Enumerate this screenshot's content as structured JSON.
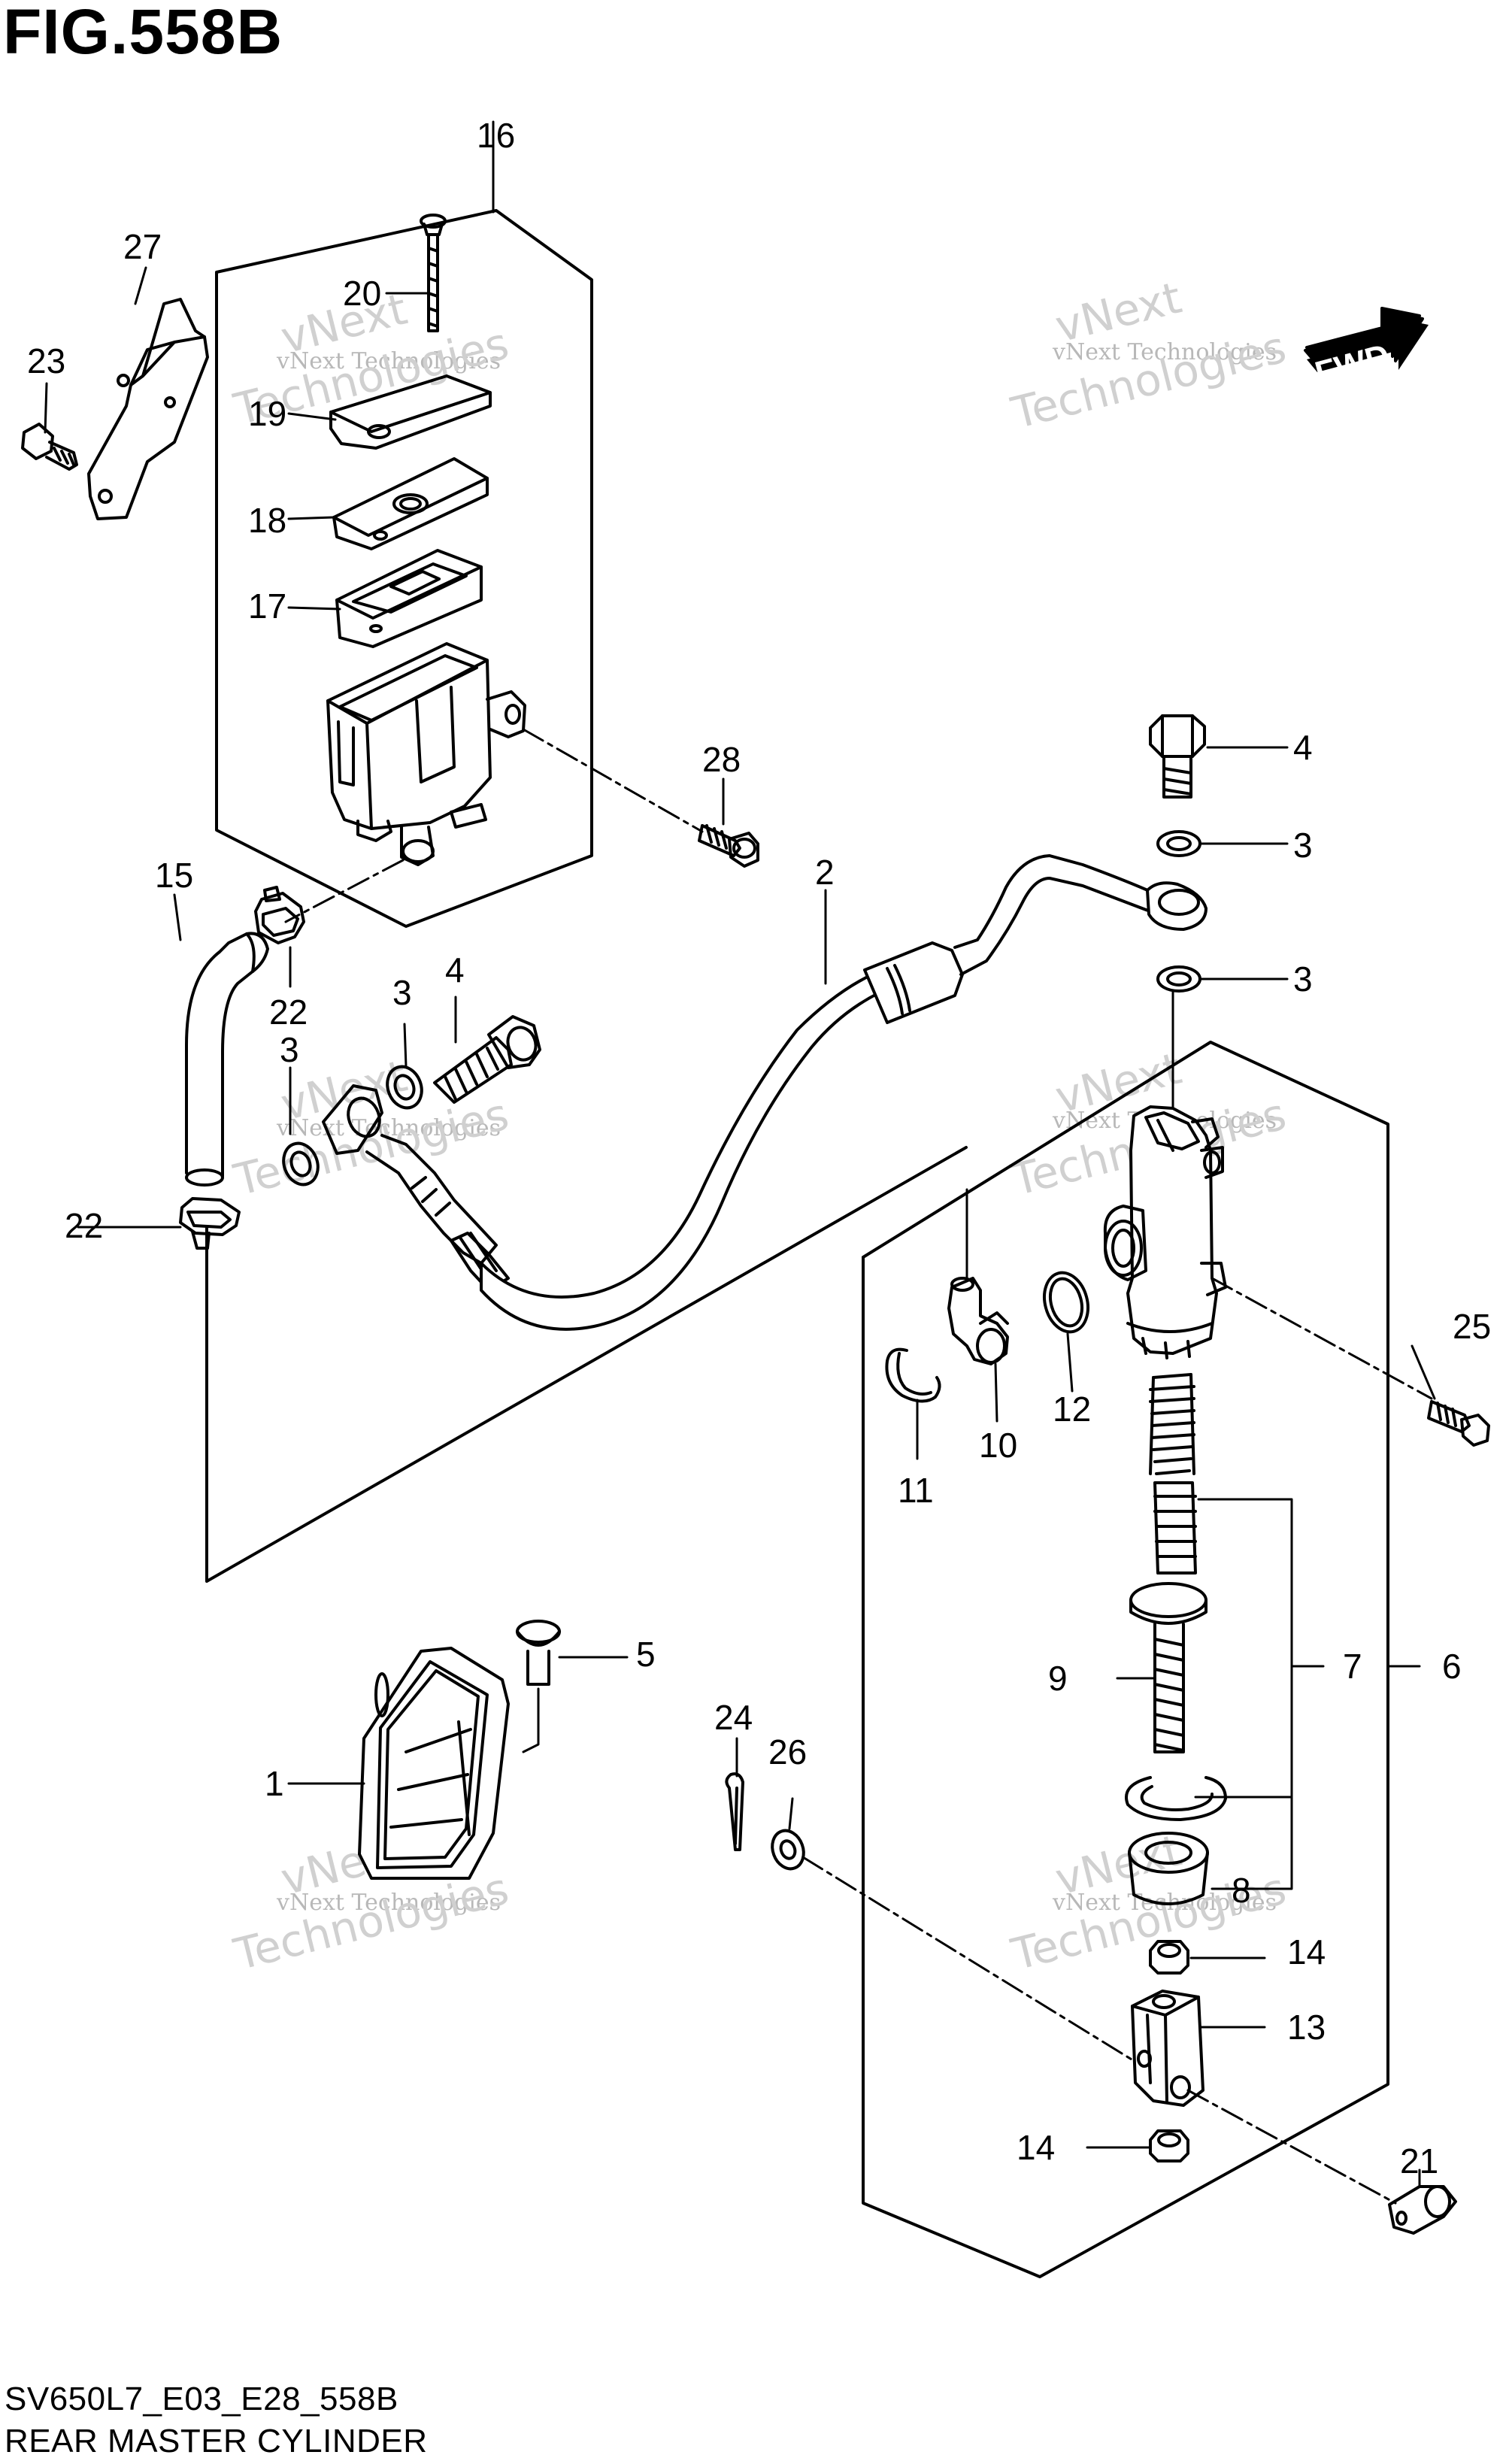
{
  "header": {
    "title": "FIG.558B"
  },
  "footer": {
    "code": "SV650L7_E03_E28_558B",
    "caption": "REAR MASTER CYLINDER"
  },
  "fwd_badge": {
    "label": "FWD"
  },
  "watermark": {
    "line1": "vNext Technologies",
    "line2": "vNext",
    "line3": "Technologies"
  },
  "callouts": {
    "c1": "1",
    "c2": "2",
    "c3a": "3",
    "c3b": "3",
    "c3c": "3",
    "c3d": "3",
    "c4a": "4",
    "c4b": "4",
    "c5": "5",
    "c6": "6",
    "c7": "7",
    "c8": "8",
    "c9": "9",
    "c10": "10",
    "c11": "11",
    "c12": "12",
    "c13": "13",
    "c14a": "14",
    "c14b": "14",
    "c15": "15",
    "c16": "16",
    "c17": "17",
    "c18": "18",
    "c19": "19",
    "c20": "20",
    "c21": "21",
    "c22a": "22",
    "c22b": "22",
    "c23": "23",
    "c24": "24",
    "c25": "25",
    "c26": "26",
    "c27": "27",
    "c28": "28"
  }
}
